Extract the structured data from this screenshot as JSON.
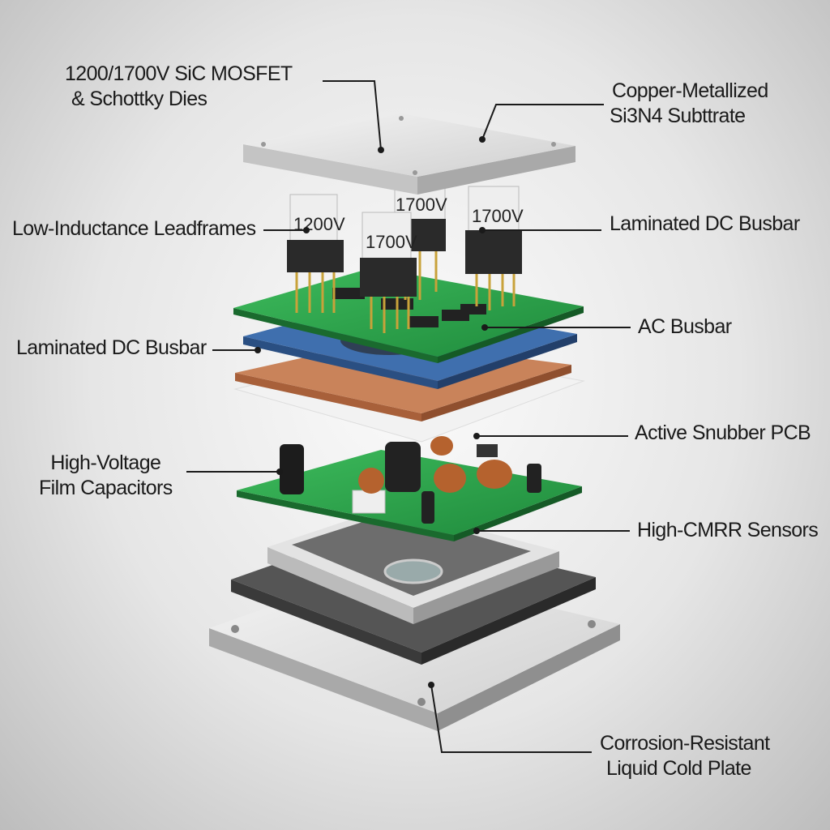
{
  "labels": {
    "dies": {
      "line1": "1200/1700V SiC MOSFET",
      "line2": "& Schottky Dies"
    },
    "substrate": {
      "line1": "Copper-Metallized",
      "line2": "Si3N4 Subttrate"
    },
    "leadframes": "Low-Inductance Leadframes",
    "dc_busbar_right": "Laminated DC Busbar",
    "ac_busbar": "AC Busbar",
    "dc_busbar_left": "Laminated DC Busbar",
    "snubber": "Active Snubber PCB",
    "capacitors": {
      "line1": "High-Voltage",
      "line2": "Film Capacitors"
    },
    "sensors": "High-CMRR Sensors",
    "cold_plate": {
      "line1": "Corrosion-Resistant",
      "line2": "Liquid Cold Plate"
    }
  },
  "die_cards": [
    "1200V",
    "1700V",
    "1700V",
    "1700V"
  ],
  "colors": {
    "pcb": "#2fa84f",
    "busbar_blue": "#3f6fae",
    "copper": "#c9835a",
    "leader": "#1a1a1a"
  }
}
